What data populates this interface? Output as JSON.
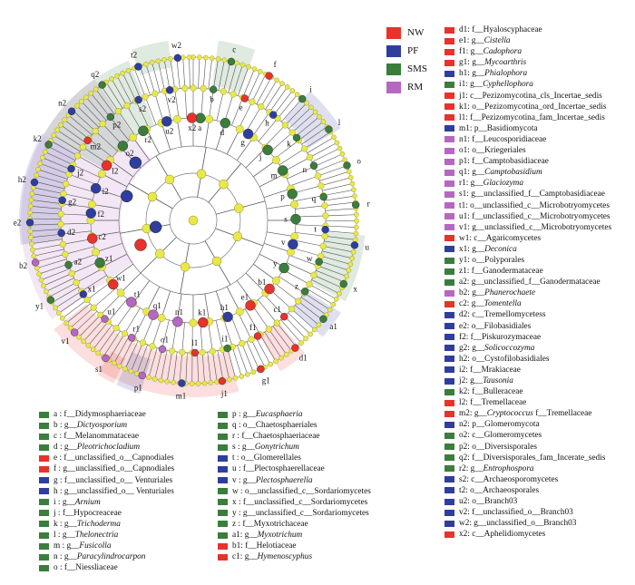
{
  "colors": {
    "NW": "#e8322b",
    "PF": "#2f3e9e",
    "SMS": "#3b7d3c",
    "RM": "#b667c2",
    "node": "#e8e84a",
    "node_stroke": "#8a8a20",
    "branch": "#555555"
  },
  "groups": [
    {
      "label": "NW",
      "color_key": "NW"
    },
    {
      "label": "PF",
      "color_key": "PF"
    },
    {
      "label": "SMS",
      "color_key": "SMS"
    },
    {
      "label": "RM",
      "color_key": "RM"
    }
  ],
  "bottom_left_key": [
    {
      "label": "a",
      "sep": " : ",
      "prefix": "f__",
      "name": "Didymosphaeriaceae",
      "italic": false,
      "group": "SMS"
    },
    {
      "label": "b",
      "sep": " : ",
      "prefix": "g__",
      "name": "Dictyosporium",
      "italic": true,
      "group": "SMS"
    },
    {
      "label": "c",
      "sep": " : ",
      "prefix": "f__",
      "name": "Melanommataceae",
      "italic": false,
      "group": "SMS"
    },
    {
      "label": "d",
      "sep": " : ",
      "prefix": "g__",
      "name": "Pleotrichocladium",
      "italic": true,
      "group": "SMS"
    },
    {
      "label": "e",
      "sep": " : ",
      "prefix": "f__",
      "name": "unclassified_o__Capnodiales",
      "italic": false,
      "group": "NW"
    },
    {
      "label": "f",
      "sep": " : ",
      "prefix": "g__",
      "name": "unclassified_o__Capnodiales",
      "italic": false,
      "group": "NW"
    },
    {
      "label": "g",
      "sep": " : ",
      "prefix": "f__",
      "name": "unclassified_o__ Venturiales",
      "italic": false,
      "group": "PF"
    },
    {
      "label": "h",
      "sep": " : ",
      "prefix": "g__",
      "name": "unclassified_o__ Venturiales",
      "italic": false,
      "group": "PF"
    },
    {
      "label": "i",
      "sep": " : ",
      "prefix": "g__",
      "name": "Arnium",
      "italic": true,
      "group": "SMS"
    },
    {
      "label": "j",
      "sep": " : ",
      "prefix": "f__",
      "name": "Hypocreaceae",
      "italic": false,
      "group": "SMS"
    },
    {
      "label": "k",
      "sep": " : ",
      "prefix": "g__",
      "name": "Trichoderma",
      "italic": true,
      "group": "SMS"
    },
    {
      "label": "l",
      "sep": " : ",
      "prefix": "g__",
      "name": "Thelonectria",
      "italic": true,
      "group": "SMS"
    },
    {
      "label": "m",
      "sep": " : ",
      "prefix": "g__",
      "name": "Fusicolla",
      "italic": true,
      "group": "SMS"
    },
    {
      "label": "n",
      "sep": " : ",
      "prefix": "g__",
      "name": "Paracylindrocarpon",
      "italic": true,
      "group": "SMS"
    },
    {
      "label": "o",
      "sep": " : ",
      "prefix": "f__",
      "name": "Niessliaceae",
      "italic": false,
      "group": "SMS"
    }
  ],
  "bottom_mid_key": [
    {
      "label": "p",
      "sep": " : ",
      "prefix": "g__",
      "name": "Eucasphaeria",
      "italic": true,
      "group": "SMS"
    },
    {
      "label": "q",
      "sep": " : ",
      "prefix": "o__",
      "name": "Chaetosphaeriales",
      "italic": false,
      "group": "SMS"
    },
    {
      "label": "r",
      "sep": " : ",
      "prefix": "f__",
      "name": "Chaetosphaeriaceae",
      "italic": false,
      "group": "SMS"
    },
    {
      "label": "s",
      "sep": " : ",
      "prefix": "g__",
      "name": "Gonytrichum",
      "italic": true,
      "group": "SMS"
    },
    {
      "label": "t",
      "sep": " : ",
      "prefix": "o__",
      "name": "Glomerellales",
      "italic": false,
      "group": "PF"
    },
    {
      "label": "u",
      "sep": " : ",
      "prefix": "f__",
      "name": "Plectosphaerellaceae",
      "italic": false,
      "group": "PF"
    },
    {
      "label": "v",
      "sep": " : ",
      "prefix": "g__",
      "name": "Plectosphaerella",
      "italic": true,
      "group": "PF"
    },
    {
      "label": "w",
      "sep": " : ",
      "prefix": "o__",
      "name": "unclassified_c__Sordariomycetes",
      "italic": false,
      "group": "SMS"
    },
    {
      "label": "x",
      "sep": " : ",
      "prefix": "f__",
      "name": "unclassified_c__Sordariomycetes",
      "italic": false,
      "group": "SMS"
    },
    {
      "label": "y",
      "sep": " : ",
      "prefix": "g__",
      "name": "unclassified_c__Sordariomycetes",
      "italic": false,
      "group": "SMS"
    },
    {
      "label": "z",
      "sep": " : ",
      "prefix": "f__",
      "name": "Myxotrichaceae",
      "italic": false,
      "group": "SMS"
    },
    {
      "label": "a1",
      "sep": ": ",
      "prefix": "g__",
      "name": "Myxotrichum",
      "italic": true,
      "group": "SMS"
    },
    {
      "label": "b1",
      "sep": ": ",
      "prefix": "f__",
      "name": "Helotiaceae",
      "italic": false,
      "group": "NW"
    },
    {
      "label": "c1",
      "sep": ": ",
      "prefix": "g__",
      "name": "Hymenoscyphus",
      "italic": true,
      "group": "NW"
    }
  ],
  "right_key": [
    {
      "label": "d1",
      "sep": ": ",
      "prefix": "f__",
      "name": "Hyaloscyphaceae",
      "italic": false,
      "group": "NW"
    },
    {
      "label": "e1",
      "sep": ": ",
      "prefix": "g__",
      "name": "Cistella",
      "italic": true,
      "group": "NW"
    },
    {
      "label": "f1",
      "sep": ": ",
      "prefix": "g__",
      "name": "Cadophora",
      "italic": true,
      "group": "NW"
    },
    {
      "label": "g1",
      "sep": ": ",
      "prefix": "g__",
      "name": "Mycoarthris",
      "italic": true,
      "group": "NW"
    },
    {
      "label": "h1",
      "sep": ": ",
      "prefix": "g__",
      "name": "Phialophora",
      "italic": true,
      "group": "PF"
    },
    {
      "label": "i1",
      "sep": ": ",
      "prefix": "g__",
      "name": "Cyphellophora",
      "italic": true,
      "group": "SMS"
    },
    {
      "label": "j1",
      "sep": ": ",
      "prefix": "c__",
      "name": "Pezizomycotina_cls_Incertae_sedis",
      "italic": false,
      "group": "NW"
    },
    {
      "label": "k1",
      "sep": ": ",
      "prefix": "o__",
      "name": "Pezizomycotina_ord_Incertae_sedis",
      "italic": false,
      "group": "NW"
    },
    {
      "label": "l1",
      "sep": ": ",
      "prefix": "f__",
      "name": "Pezizomycotina_fam_Incertae_sedis",
      "italic": false,
      "group": "NW"
    },
    {
      "label": "m1",
      "sep": ": ",
      "prefix": "p__",
      "name": "Basidiomycota",
      "italic": false,
      "group": "PF"
    },
    {
      "label": "n1",
      "sep": ": ",
      "prefix": "f__",
      "name": "Leucosporidiaceae",
      "italic": false,
      "group": "RM"
    },
    {
      "label": "o1",
      "sep": ": ",
      "prefix": "o__",
      "name": "Kriegeriales",
      "italic": false,
      "group": "RM"
    },
    {
      "label": "p1",
      "sep": ": ",
      "prefix": "f__",
      "name": "Camptobasidiaceae",
      "italic": false,
      "group": "RM"
    },
    {
      "label": "q1",
      "sep": ": ",
      "prefix": "g__",
      "name": "Camptobasidium",
      "italic": true,
      "group": "RM"
    },
    {
      "label": "r1",
      "sep": ": ",
      "prefix": "g__",
      "name": "Glaciozyma",
      "italic": true,
      "group": "RM"
    },
    {
      "label": "s1",
      "sep": ": ",
      "prefix": "g__",
      "name": "unclassified_f__Camptobasidiaceae",
      "italic": false,
      "group": "RM"
    },
    {
      "label": "t1",
      "sep": ": ",
      "prefix": "o__",
      "name": "unclassified_c__Microbotryomycetes",
      "italic": false,
      "group": "RM"
    },
    {
      "label": "u1",
      "sep": ": ",
      "prefix": "f__",
      "name": "unclassified_c__Microbotryomycetes",
      "italic": false,
      "group": "RM"
    },
    {
      "label": "v1",
      "sep": ": ",
      "prefix": "g__",
      "name": "unclassified_c__Microbotryomycetes",
      "italic": false,
      "group": "RM"
    },
    {
      "label": "w1",
      "sep": ": ",
      "prefix": "c__",
      "name": "Agaricomycetes",
      "italic": false,
      "group": "NW"
    },
    {
      "label": "x1",
      "sep": ": ",
      "prefix": "g__",
      "name": "Deconica",
      "italic": true,
      "group": "PF"
    },
    {
      "label": "y1",
      "sep": ": ",
      "prefix": "o__",
      "name": "Polyporales",
      "italic": false,
      "group": "SMS"
    },
    {
      "label": "z1",
      "sep": ": ",
      "prefix": "f__",
      "name": "Ganodermataceae",
      "italic": false,
      "group": "SMS"
    },
    {
      "label": "a2",
      "sep": ": ",
      "prefix": "g__",
      "name": "unclassified_f__Ganodermataceae",
      "italic": false,
      "group": "SMS"
    },
    {
      "label": "b2",
      "sep": ": ",
      "prefix": "g__",
      "name": "Phanerochaete",
      "italic": true,
      "group": "RM"
    },
    {
      "label": "c2",
      "sep": ": ",
      "prefix": "g__",
      "name": "Tomentella",
      "italic": true,
      "group": "NW"
    },
    {
      "label": "d2",
      "sep": ": ",
      "prefix": "c__",
      "name": "Tremellomycetess",
      "italic": false,
      "group": "PF"
    },
    {
      "label": "e2",
      "sep": ": ",
      "prefix": "o__",
      "name": "Filobasidiales",
      "italic": false,
      "group": "PF"
    },
    {
      "label": "f2",
      "sep": ": ",
      "prefix": "f__",
      "name": "Piskurozymaceae",
      "italic": false,
      "group": "PF"
    },
    {
      "label": "g2",
      "sep": ": ",
      "prefix": "g__",
      "name": "Solicoccozyma",
      "italic": true,
      "group": "PF"
    },
    {
      "label": "h2",
      "sep": ": ",
      "prefix": "o__",
      "name": "Cystofilobasidiales",
      "italic": false,
      "group": "PF"
    },
    {
      "label": "i2",
      "sep": ": ",
      "prefix": "f__",
      "name": "Mrakiaceae",
      "italic": false,
      "group": "PF"
    },
    {
      "label": "j2",
      "sep": ": ",
      "prefix": "g__",
      "name": "Tausonia",
      "italic": true,
      "group": "PF"
    },
    {
      "label": "k2",
      "sep": ": ",
      "prefix": "f__",
      "name": "Bulleraceae",
      "italic": false,
      "group": "SMS"
    },
    {
      "label": "l2",
      "sep": ": ",
      "prefix": "f__",
      "name": "Tremellaceae",
      "italic": false,
      "group": "NW"
    },
    {
      "label": "m2",
      "sep": ": ",
      "prefix": "g__",
      "name": "Cryptococcus",
      "italic": true,
      "suffix": " f__Tremellaceae",
      "group": "NW"
    },
    {
      "label": "n2",
      "sep": ": ",
      "prefix": "p__",
      "name": "Glomeromycota",
      "italic": false,
      "group": "PF"
    },
    {
      "label": "o2",
      "sep": ": ",
      "prefix": "c__",
      "name": "Glomeromycetes",
      "italic": false,
      "group": "SMS"
    },
    {
      "label": "p2",
      "sep": ": ",
      "prefix": "o__",
      "name": "Diversisporales",
      "italic": false,
      "group": "SMS"
    },
    {
      "label": "q2",
      "sep": ": ",
      "prefix": "f__",
      "name": "Diversisporales_fam_Incerate_sedis",
      "italic": false,
      "group": "SMS"
    },
    {
      "label": "r2",
      "sep": ": ",
      "prefix": "g__",
      "name": "Entrophospora",
      "italic": true,
      "group": "SMS"
    },
    {
      "label": "s2",
      "sep": ": ",
      "prefix": "c__",
      "name": "Archaeosporomycetes",
      "italic": false,
      "group": "PF"
    },
    {
      "label": "t2",
      "sep": ": ",
      "prefix": "o__",
      "name": "Archaeosporales",
      "italic": false,
      "group": "PF"
    },
    {
      "label": "u2",
      "sep": ": ",
      "prefix": "o__",
      "name": "Branch03",
      "italic": false,
      "group": "PF"
    },
    {
      "label": "v2",
      "sep": ": ",
      "prefix": "f__",
      "name": "unclassified_o__Branch03",
      "italic": false,
      "group": "PF"
    },
    {
      "label": "w2",
      "sep": ": ",
      "prefix": "g__",
      "name": "unclassified_o__Branch03",
      "italic": false,
      "group": "PF"
    },
    {
      "label": "x2",
      "sep": ": ",
      "prefix": "c__",
      "name": "Aphelidiomycetes",
      "italic": false,
      "group": "NW"
    }
  ],
  "ring_labels": [
    "a",
    "b",
    "c",
    "d",
    "e",
    "f",
    "g",
    "h",
    "i",
    "j",
    "k",
    "l",
    "m",
    "n",
    "o",
    "p",
    "q",
    "r",
    "s",
    "t",
    "u",
    "v",
    "w",
    "x",
    "y",
    "z",
    "a1",
    "b1",
    "c1",
    "d1",
    "e1",
    "f1",
    "g1",
    "h1",
    "i1",
    "j1",
    "k1",
    "l1",
    "m1",
    "n1",
    "o1",
    "p1",
    "q1",
    "r1",
    "s1",
    "t1",
    "u1",
    "v1",
    "w1",
    "x1",
    "y1",
    "z1",
    "a2",
    "b2",
    "c2",
    "d2",
    "e2",
    "f2",
    "g2",
    "h2",
    "i2",
    "j2",
    "k2",
    "l2",
    "m2",
    "n2",
    "o2",
    "p2",
    "q2",
    "r2",
    "s2",
    "t2",
    "u2",
    "v2",
    "w2",
    "x2"
  ]
}
